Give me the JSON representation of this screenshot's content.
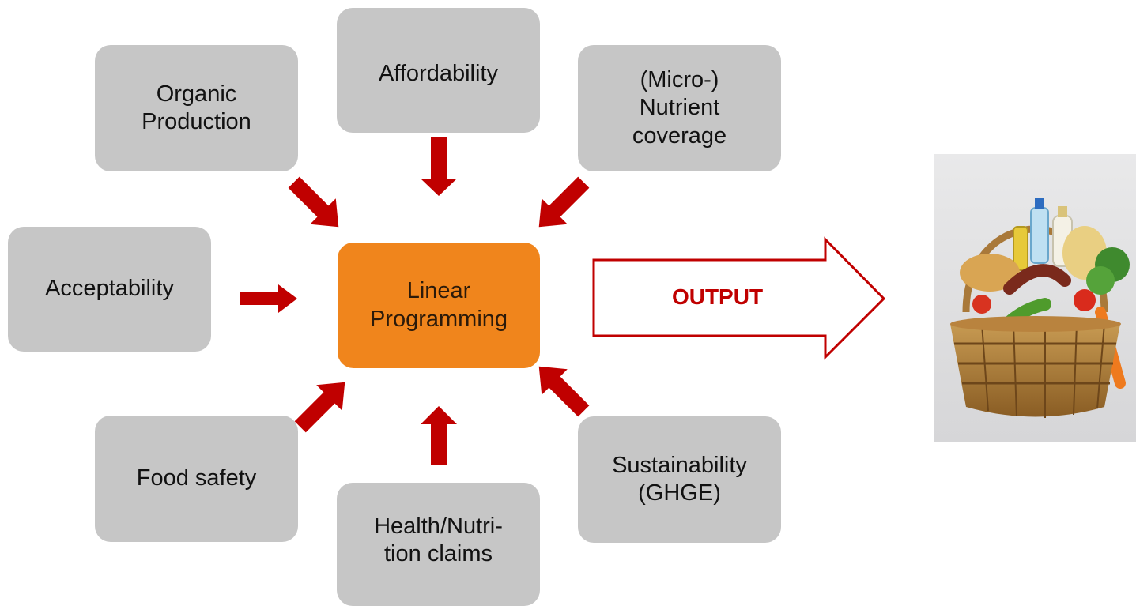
{
  "center": {
    "label": "Linear\nProgramming"
  },
  "inputs": {
    "organic": "Organic\nProduction",
    "affordability": "Affordability",
    "micronutrient": "(Micro-)\nNutrient\ncoverage",
    "acceptability": "Acceptability",
    "food_safety": "Food safety",
    "health_claims": "Health/Nutri-\ntion claims",
    "sustainability": "Sustainability\n(GHGE)"
  },
  "output": {
    "label": "OUTPUT"
  },
  "colors": {
    "box": "#c6c6c6",
    "center": "#f0851c",
    "arrow": "#c00000"
  },
  "icons": {
    "output_image": "food-basket"
  }
}
